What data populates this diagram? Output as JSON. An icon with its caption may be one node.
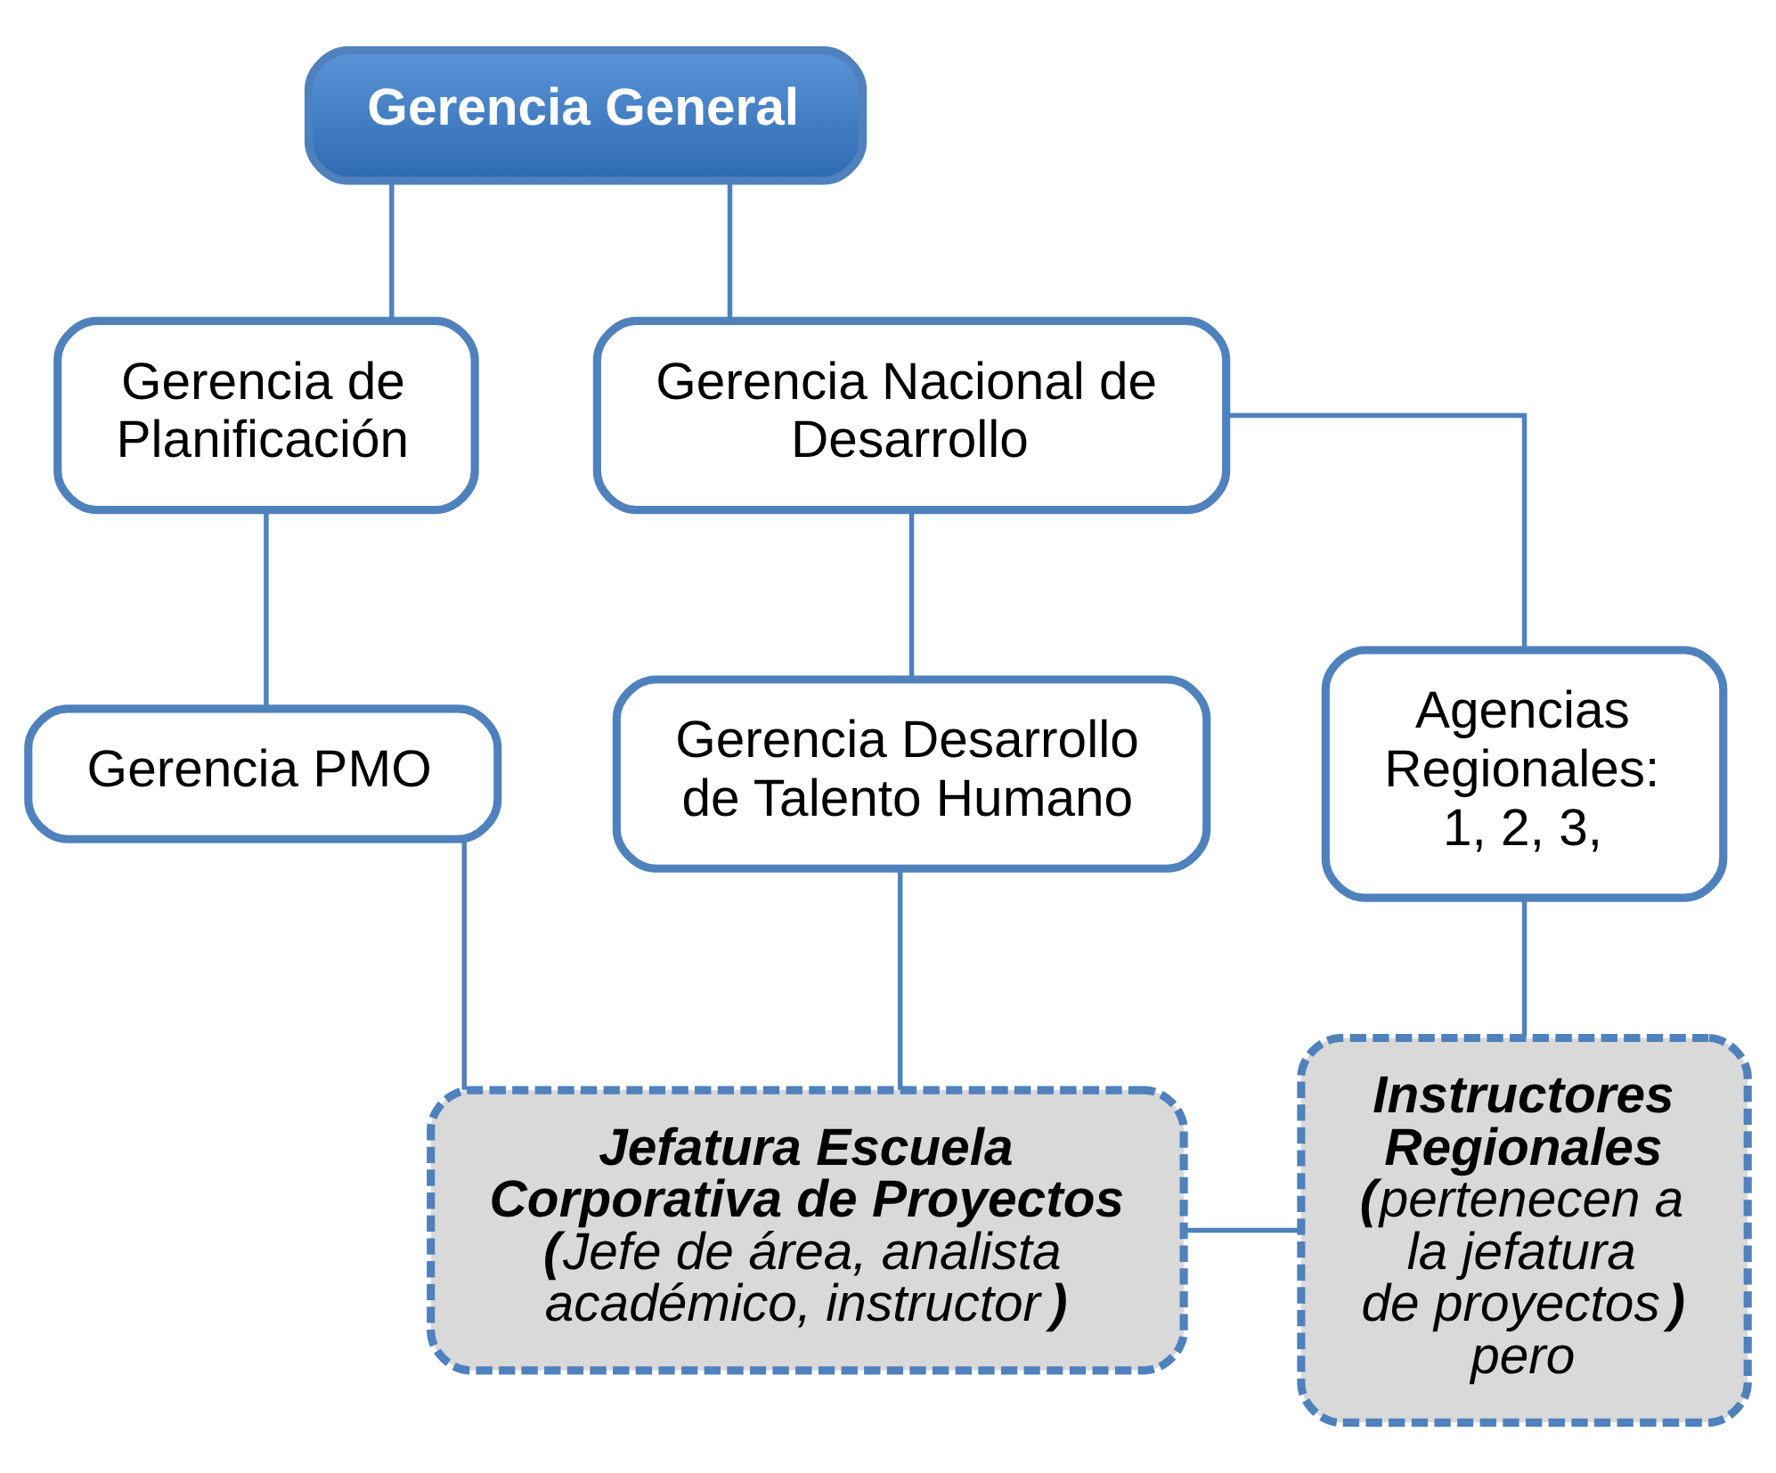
{
  "diagram": {
    "nodes": [
      {
        "text": [
          "Gerencia General"
        ]
      },
      {
        "text": [
          "Gerencia de Planificación"
        ]
      },
      {
        "text": [
          "Gerencia Nacional de Desarrollo"
        ]
      },
      {
        "text": [
          "Gerencia PMO"
        ]
      },
      {
        "text": [
          "Gerencia Desarrollo de Talento Humano"
        ]
      },
      {
        "text": [
          "Agencias Regionales: 1, 2, 3,"
        ]
      },
      {
        "text": [
          "Jefatura Escuela Corporativa de Proyectos",
          "**(**Jefe de área, analista académico, instructor**)**"
        ]
      },
      {
        "text": [
          "Instructores Regionales",
          "**(**pertenecen a la jefatura de proyectos**)** pero"
        ]
      }
    ],
    "edges": [
      {
        "from": 0,
        "to": 1,
        "arrow": "none"
      },
      {
        "from": 0,
        "to": 2,
        "arrow": "none"
      },
      {
        "from": 1,
        "to": 3,
        "arrow": "none"
      },
      {
        "from": 2,
        "to": 4,
        "arrow": "none"
      },
      {
        "from": 2,
        "to": 5,
        "arrow": "none"
      },
      {
        "from": 3,
        "to": 6,
        "arrow": "none"
      },
      {
        "from": 4,
        "to": 6,
        "arrow": "none"
      },
      {
        "from": 5,
        "to": 7,
        "arrow": "none"
      },
      {
        "from": 6,
        "to": 7,
        "arrow": "none"
      }
    ]
  }
}
